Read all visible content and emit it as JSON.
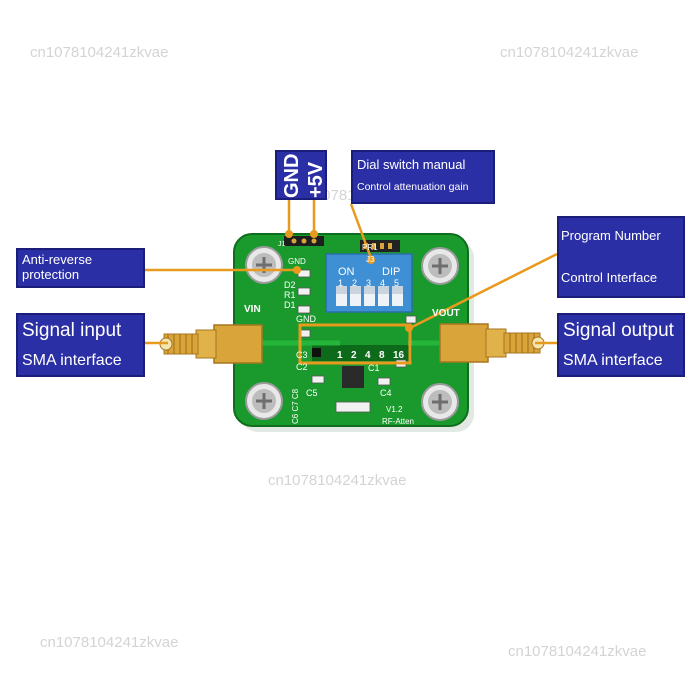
{
  "watermark": "cn1078104241zkvae",
  "callouts": {
    "gnd": "GND",
    "plus5v": "+5V",
    "dial_line1": "Dial switch manual",
    "dial_line2": "Control attenuation gain",
    "program_line1": "Program Number",
    "program_line2": "Control Interface",
    "anti_line1": "Anti-reverse",
    "anti_line2": "protection",
    "input_line1": "Signal input",
    "input_line2": "SMA interface",
    "output_line1": "Signal output",
    "output_line2": "SMA interface"
  },
  "board": {
    "silk_on": "ON",
    "silk_dip": "DIP",
    "switch_numbers": [
      "1",
      "2",
      "3",
      "4",
      "5"
    ],
    "bit_labels": [
      "1",
      "2",
      "4",
      "8",
      "16"
    ],
    "vin": "VIN",
    "vout": "VOUT",
    "gnd": "GND",
    "j1": "J1",
    "j3": "J3",
    "pr1": "PR1",
    "d2": "D2",
    "r1": "R1",
    "d1": "D1",
    "c3": "C3",
    "c2": "C2",
    "c5": "C5",
    "c4": "C4",
    "c1": "C1",
    "v12": "V1.2",
    "rf_atten": "RF-Atten",
    "bottom_caps": "C6 C7 C8"
  },
  "colors": {
    "callout_bg": "#2b2fa5",
    "leader": "#e89a1e",
    "pcb": "#1a9a2c",
    "pcb_dark": "#0f6e1d",
    "dip_body": "#3f8fd4",
    "gold": "#d9a43a"
  }
}
